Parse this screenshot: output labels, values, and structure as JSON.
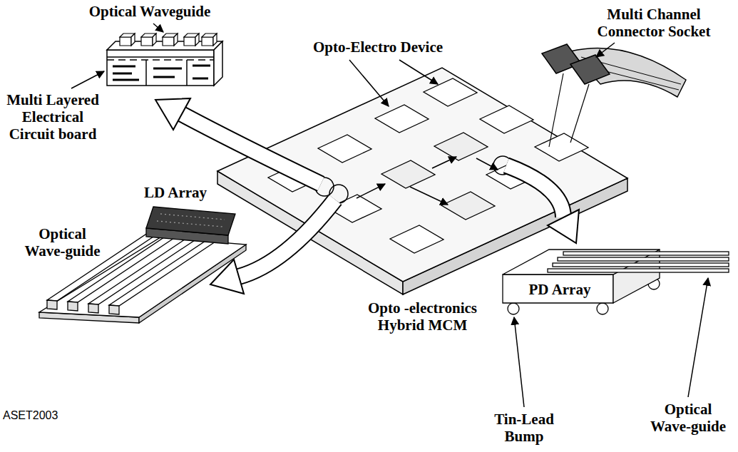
{
  "diagram": {
    "labels": [
      "Optical Waveguide",
      "Multi Channel Connector Socket",
      "Opto-Electro Device",
      "Multi Layered Electrical Circuit board",
      "LD Array",
      "Optical Wave-guide",
      "Opto -electronics Hybrid MCM",
      "PD Array",
      "Tin-Lead Bump",
      "Optical Wave-guide",
      "ASET2003"
    ]
  }
}
